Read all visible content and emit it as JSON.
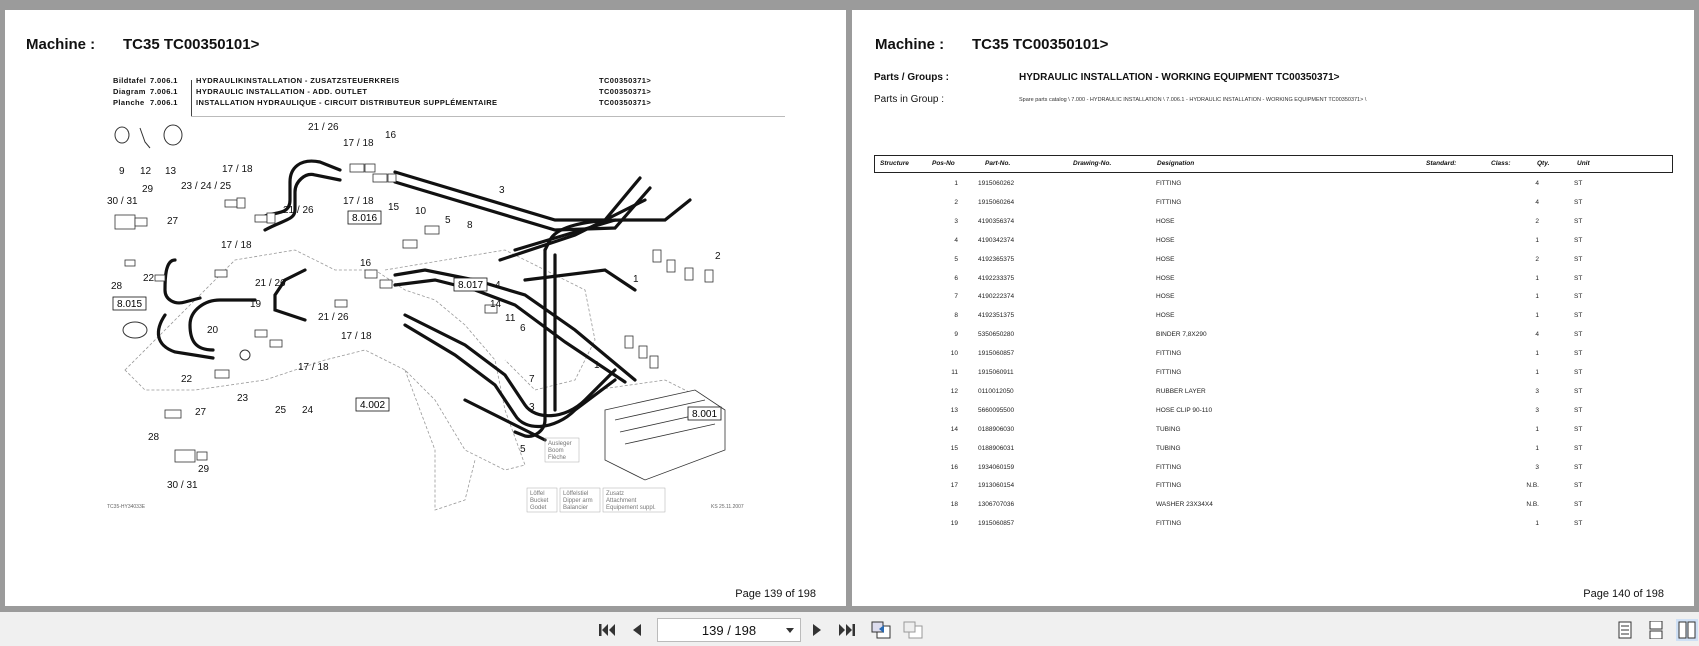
{
  "left_page": {
    "machine_label": "Machine :",
    "machine_value": "TC35 TC00350101>",
    "header_rows": [
      {
        "key": "Bildtafel",
        "num": "7.006.1",
        "title": "HYDRAULIKINSTALLATION - ZUSATZSTEUERKREIS",
        "code": "TC00350371>"
      },
      {
        "key": "Diagram",
        "num": "7.006.1",
        "title": "HYDRAULIC INSTALLATION - ADD. OUTLET",
        "code": "TC00350371>"
      },
      {
        "key": "Planche",
        "num": "7.006.1",
        "title": "INSTALLATION HYDRAULIQUE - CIRCUIT DISTRIBUTEUR SUPPLÉMENTAIRE",
        "code": "TC00350371>"
      }
    ],
    "drawing": {
      "callouts": [
        "9",
        "12",
        "13",
        "21 / 26",
        "17 / 18",
        "16",
        "17 / 18",
        "30 / 31",
        "29",
        "23 / 24 / 25",
        "27",
        "21 / 26",
        "17 / 18",
        "15",
        "8.016",
        "10",
        "5",
        "8",
        "3",
        "17 / 18",
        "28",
        "22",
        "16",
        "21 / 26",
        "8.017",
        "4",
        "8.015",
        "19",
        "14",
        "11",
        "6",
        "20",
        "21 / 26",
        "17 / 18",
        "2",
        "1",
        "1",
        "17 / 18",
        "22",
        "7",
        "23",
        "4.002",
        "25",
        "24",
        "27",
        "3",
        "8.001",
        "28",
        "5",
        "29",
        "30 / 31"
      ],
      "boxed_notes": [
        [
          "Ausleger",
          "Boom",
          "Flèche"
        ],
        [
          "Löffel",
          "Bucket",
          "Godet"
        ],
        [
          "Löffelstiel",
          "Dipper arm",
          "Balancier"
        ],
        [
          "Zusatz",
          "Attachment",
          "Equipement suppl."
        ]
      ],
      "ref_code": "TC35-HY34033E",
      "date_code": "KS 25.11.2007"
    },
    "page_number": "Page 139 of 198"
  },
  "right_page": {
    "machine_label": "Machine :",
    "machine_value": "TC35 TC00350101>",
    "groups_label": "Parts / Groups :",
    "groups_value": "HYDRAULIC INSTALLATION - WORKING EQUIPMENT   TC00350371>",
    "in_group_label": "Parts in Group :",
    "in_group_path": "Spare parts catalog \\ 7.000 - HYDRAULIC INSTALLATION \\ 7.006.1 - HYDRAULIC INSTALLATION - WORKING EQUIPMENT   TC00350371> \\",
    "columns": {
      "structure": "Structure",
      "pos": "Pos-No",
      "part": "Part-No.",
      "drawing": "Drawing-No.",
      "designation": "Designation",
      "standard": "Standard:",
      "class": "Class:",
      "qty": "Qty.",
      "unit": "Unit"
    },
    "rows": [
      {
        "pos": "1",
        "part": "1915060262",
        "designation": "FITTING",
        "qty": "4",
        "unit": "ST"
      },
      {
        "pos": "2",
        "part": "1915060264",
        "designation": "FITTING",
        "qty": "4",
        "unit": "ST"
      },
      {
        "pos": "3",
        "part": "4190356374",
        "designation": "HOSE",
        "qty": "2",
        "unit": "ST"
      },
      {
        "pos": "4",
        "part": "4190342374",
        "designation": "HOSE",
        "qty": "1",
        "unit": "ST"
      },
      {
        "pos": "5",
        "part": "4192365375",
        "designation": "HOSE",
        "qty": "2",
        "unit": "ST"
      },
      {
        "pos": "6",
        "part": "4192233375",
        "designation": "HOSE",
        "qty": "1",
        "unit": "ST"
      },
      {
        "pos": "7",
        "part": "4190222374",
        "designation": "HOSE",
        "qty": "1",
        "unit": "ST"
      },
      {
        "pos": "8",
        "part": "4192351375",
        "designation": "HOSE",
        "qty": "1",
        "unit": "ST"
      },
      {
        "pos": "9",
        "part": "5350650280",
        "designation": "BINDER 7,8X290",
        "qty": "4",
        "unit": "ST"
      },
      {
        "pos": "10",
        "part": "1915060857",
        "designation": "FITTING",
        "qty": "1",
        "unit": "ST"
      },
      {
        "pos": "11",
        "part": "1915060911",
        "designation": "FITTING",
        "qty": "1",
        "unit": "ST"
      },
      {
        "pos": "12",
        "part": "0110012050",
        "designation": "RUBBER LAYER",
        "qty": "3",
        "unit": "ST"
      },
      {
        "pos": "13",
        "part": "5660095500",
        "designation": "HOSE CLIP  90-110",
        "qty": "3",
        "unit": "ST"
      },
      {
        "pos": "14",
        "part": "0188906030",
        "designation": "TUBING",
        "qty": "1",
        "unit": "ST"
      },
      {
        "pos": "15",
        "part": "0188906031",
        "designation": "TUBING",
        "qty": "1",
        "unit": "ST"
      },
      {
        "pos": "16",
        "part": "1934060159",
        "designation": "FITTING",
        "qty": "3",
        "unit": "ST"
      },
      {
        "pos": "17",
        "part": "1913060154",
        "designation": "FITTING",
        "qty": "N.B.",
        "unit": "ST"
      },
      {
        "pos": "18",
        "part": "1306707036",
        "designation": "WASHER 23X34X4",
        "qty": "N.B.",
        "unit": "ST"
      },
      {
        "pos": "19",
        "part": "1915060857",
        "designation": "FITTING",
        "qty": "1",
        "unit": "ST"
      }
    ],
    "page_number": "Page 140 of 198"
  },
  "toolbar": {
    "page_input": "139 / 198",
    "icons": [
      "first-page-icon",
      "previous-page-icon",
      "next-page-icon",
      "last-page-icon",
      "go-back-view-icon",
      "go-forward-view-icon",
      "single-page-view-icon",
      "continuous-view-icon",
      "two-page-view-icon"
    ]
  }
}
